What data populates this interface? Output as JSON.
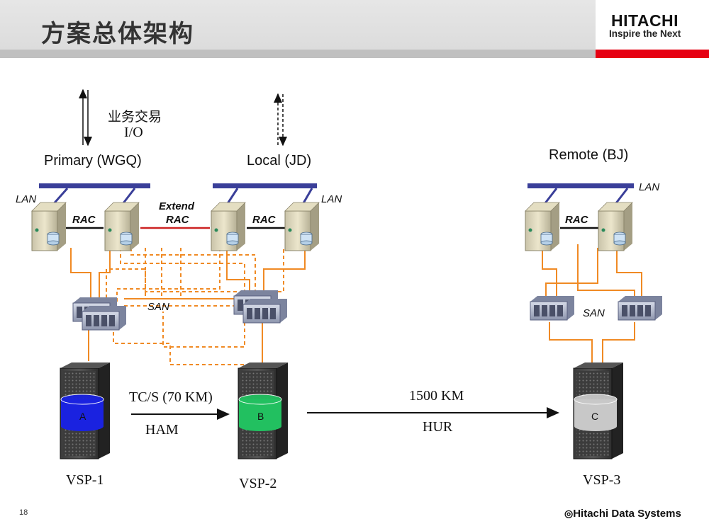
{
  "header": {
    "title": "方案总体架构",
    "logo_brand": "HITACHI",
    "logo_tagline": "Inspire the Next"
  },
  "labels": {
    "business_io_line1": "业务交易",
    "business_io_line2": "I/O",
    "site_primary": "Primary (WGQ)",
    "site_local": "Local (JD)",
    "site_remote": "Remote (BJ)",
    "lan": "LAN",
    "rac": "RAC",
    "extend_rac_line1": "Extend",
    "extend_rac_line2": "RAC",
    "san": "SAN",
    "tcs_link": "TC/S (70 KM)",
    "ham": "HAM",
    "distance_remote": "1500 KM",
    "hur": "HUR",
    "vsp1": "VSP-1",
    "vsp2": "VSP-2",
    "vsp3": "VSP-3",
    "vol_a": "A",
    "vol_b": "B",
    "vol_c": "C"
  },
  "footer": {
    "page_number": "18",
    "brand": "Hitachi Data Systems"
  },
  "colors": {
    "lan_bus": "#3a3f99",
    "san_link": "#f08a24",
    "extend_rac_link": "#cc2222",
    "vol_a": "#1a22e0",
    "vol_b": "#22c060",
    "vol_c": "#c8c8c8",
    "header_red": "#e60012"
  }
}
